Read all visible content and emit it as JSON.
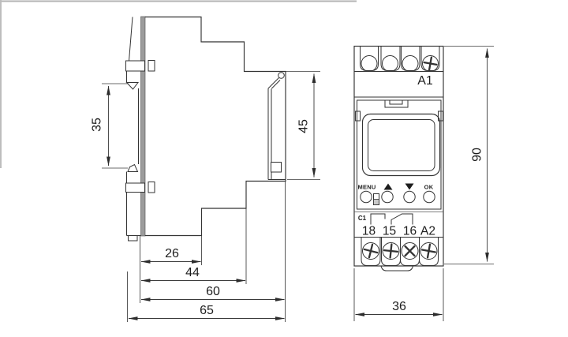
{
  "side_view": {
    "dim_din_clip": "35",
    "dim_front_height": "45",
    "dim_depth_1": "26",
    "dim_depth_2": "44",
    "dim_depth_3": "60",
    "dim_depth_4": "65"
  },
  "front_view": {
    "terminal_top_label": "A1",
    "button_menu_label": "MENU",
    "button_ok_label": "OK",
    "relay_contact_label": "C1",
    "terminal_labels": [
      "18",
      "15",
      "16",
      "A2"
    ],
    "dim_height": "90",
    "dim_width": "36"
  },
  "colors": {
    "line": "#333333",
    "background": "#ffffff",
    "din_edge_gray": "#9c9c9c"
  }
}
